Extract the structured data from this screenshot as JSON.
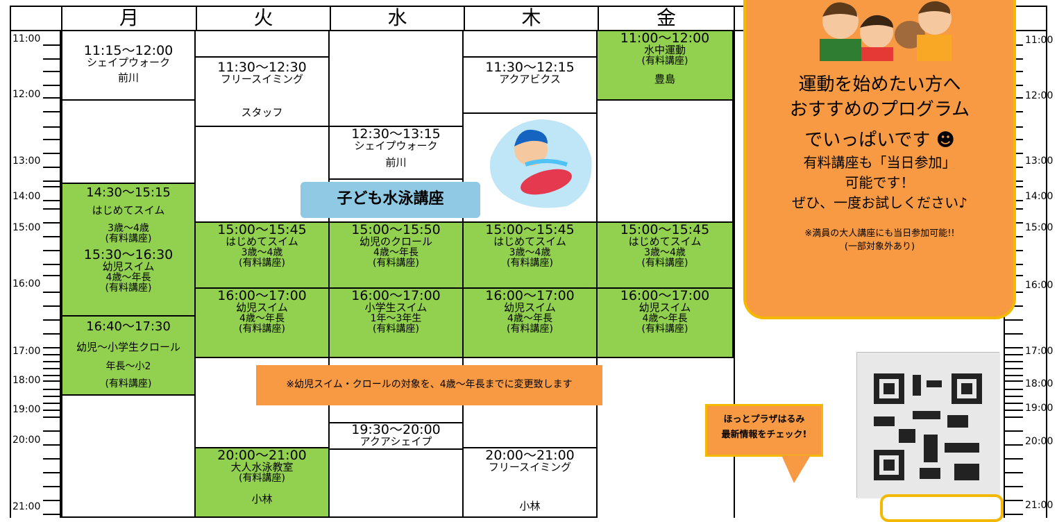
{
  "days": [
    "月",
    "火",
    "水",
    "木",
    "金"
  ],
  "times_left": [
    "11:00",
    "12:00",
    "13:00",
    "14:00",
    "15:00",
    "16:00",
    "17:00",
    "18:00",
    "19:00",
    "20:00",
    "21:00"
  ],
  "times_right": [
    "11:00",
    "12:00",
    "13:00",
    "14:00",
    "15:00",
    "16:00",
    "17:00",
    "18:00",
    "19:00",
    "20:00",
    "21:00"
  ],
  "sessions": {
    "mon_1": {
      "time": "11:15～12:00",
      "name": "シェイプウォーク",
      "staff": "前川"
    },
    "mon_2": {
      "time": "14:30～15:15",
      "name": "はじめてスイム",
      "age": "3歳～4歳",
      "fee": "(有料講座)"
    },
    "mon_3": {
      "time": "15:30～16:30",
      "name": "幼児スイム",
      "age": "4歳～年長",
      "fee": "(有料講座)"
    },
    "mon_4": {
      "time": "16:40～17:30",
      "name": "幼児～小学生クロール",
      "age": "年長～小2",
      "fee": "(有料講座)"
    },
    "tue_1": {
      "time": "11:30～12:30",
      "name": "フリースイミング",
      "staff": "スタッフ"
    },
    "tue_2": {
      "time": "15:00～15:45",
      "name": "はじめてスイム",
      "age": "3歳～4歳",
      "fee": "(有料講座)"
    },
    "tue_3": {
      "time": "16:00～17:00",
      "name": "幼児スイム",
      "age": "4歳～年長",
      "fee": "(有料講座)"
    },
    "tue_4": {
      "time": "20:00～21:00",
      "name": "大人水泳教室",
      "fee": "(有料講座)",
      "staff": "小林"
    },
    "wed_1": {
      "time": "12:30～13:15",
      "name": "シェイプウォーク",
      "staff": "前川"
    },
    "wed_2": {
      "time": "15:00～15:50",
      "name": "幼児のクロール",
      "age": "4歳～年長",
      "fee": "(有料講座)"
    },
    "wed_3": {
      "time": "16:00～17:00",
      "name": "小学生スイム",
      "age": "1年～3年生",
      "fee": "(有料講座)"
    },
    "wed_4": {
      "time": "19:30～20:00",
      "name": "アクアシェイプ"
    },
    "thu_1": {
      "time": "11:30～12:15",
      "name": "アクアビクス"
    },
    "thu_2": {
      "time": "15:00～15:45",
      "name": "はじめてスイム",
      "age": "3歳～4歳",
      "fee": "(有料講座)"
    },
    "thu_3": {
      "time": "16:00～17:00",
      "name": "幼児スイム",
      "age": "4歳～年長",
      "fee": "(有料講座)"
    },
    "thu_4": {
      "time": "20:00～21:00",
      "name": "フリースイミング",
      "staff": "小林"
    },
    "fri_1": {
      "time": "11:00～12:00",
      "name": "水中運動",
      "fee": "(有料講座)",
      "staff": "豊島"
    },
    "fri_2": {
      "time": "15:00～15:45",
      "name": "はじめてスイム",
      "age": "3歳～4歳",
      "fee": "(有料講座)"
    },
    "fri_3": {
      "time": "16:00～17:00",
      "name": "幼児スイム",
      "age": "4歳～年長",
      "fee": "(有料講座)"
    }
  },
  "banner": "子ども水泳講座",
  "notice": "※幼児スイム・クロールの対象を、4歳～年長までに変更致します",
  "panel": {
    "line1": "運動を始めたい方へ",
    "line2": "おすすめのプログラム",
    "line3": "でいっぱいです",
    "line4": "有料講座も「当日参加」",
    "line5": "可能です！",
    "line6": "ぜひ、一度お試しください♪",
    "note1": "※満員の大人講座にも当日参加可能!!",
    "note2": "(一部対象外あり)"
  },
  "callout": {
    "line1": "ほっとプラザはるみ",
    "line2": "最新情報をチェック!"
  }
}
